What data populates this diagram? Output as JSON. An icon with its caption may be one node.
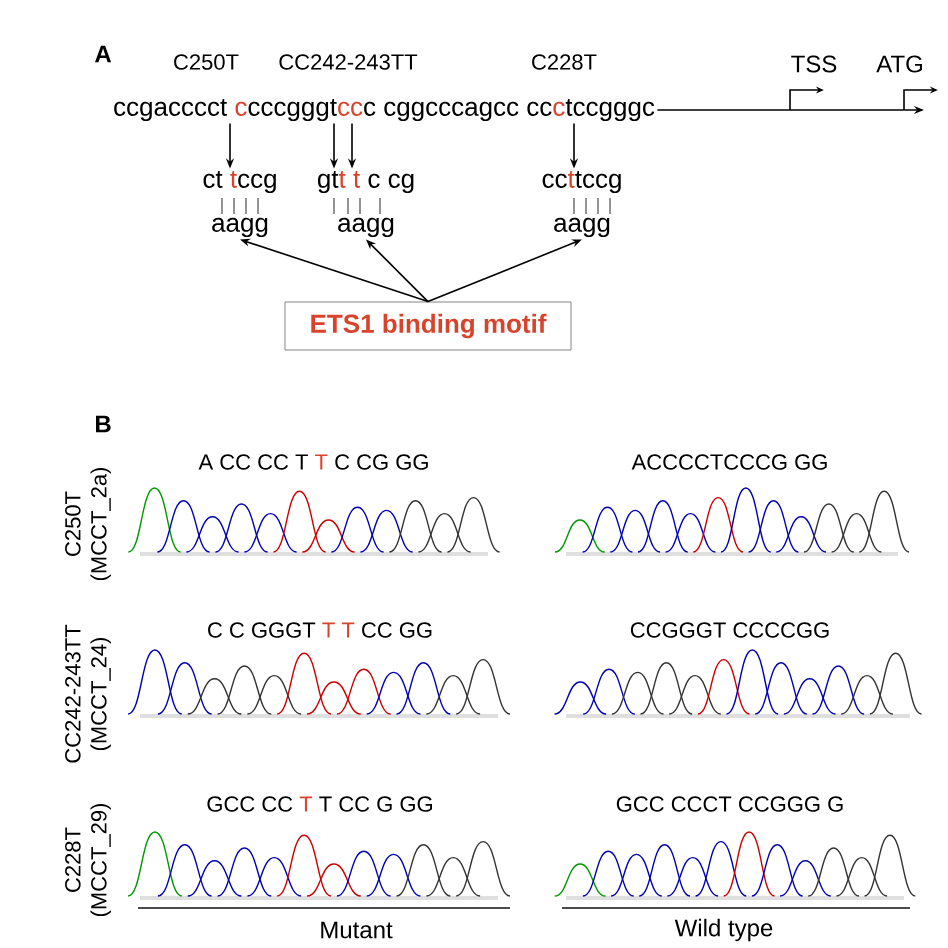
{
  "diagram": {
    "nodes": [
      {
        "text": [
          "ccgacccct",
          "c",
          "cccgggt",
          "cc",
          "c cggcccagcc cc",
          "c",
          "tccgggc"
        ]
      },
      {
        "text": [
          "ct",
          "t",
          "ccg",
          "aagg"
        ]
      },
      {
        "text": [
          "gt",
          "t",
          "t",
          "c cg",
          "aagg"
        ]
      },
      {
        "text": [
          "cc",
          "t",
          "tccg",
          "aagg"
        ]
      },
      {
        "text": [
          "ETS1 binding motif"
        ]
      }
    ],
    "edges": [
      {
        "from": 0,
        "to": 1,
        "arrow": "to"
      },
      {
        "from": 0,
        "to": 2,
        "arrow": "to"
      },
      {
        "from": 0,
        "to": 2,
        "arrow": "to"
      },
      {
        "from": 0,
        "to": 3,
        "arrow": "to"
      },
      {
        "from": 4,
        "to": 1,
        "arrow": "to"
      },
      {
        "from": 4,
        "to": 2,
        "arrow": "to"
      },
      {
        "from": 4,
        "to": 3,
        "arrow": "to"
      },
      {
        "from": 0,
        "to": null,
        "arrow": "to"
      }
    ],
    "labels": [
      "A",
      "C250T",
      "CC242-243TT",
      "C228T",
      "TSS",
      "ATG",
      "B",
      "C250T (MCCT_2a)",
      "A CC CC T",
      "T",
      "C CG GG",
      "ACCCCTCCCG GG",
      "CC242-243TT (MCCT_24)",
      "C C GGGT",
      "T T",
      "CC GG",
      "CCGGGT CCCCGG",
      "C228T (MCCT_29)",
      "GCC CC",
      "T",
      "T CC G GG",
      "GCC CCCT CCGGG G",
      "Mutant",
      "Wild type"
    ]
  }
}
